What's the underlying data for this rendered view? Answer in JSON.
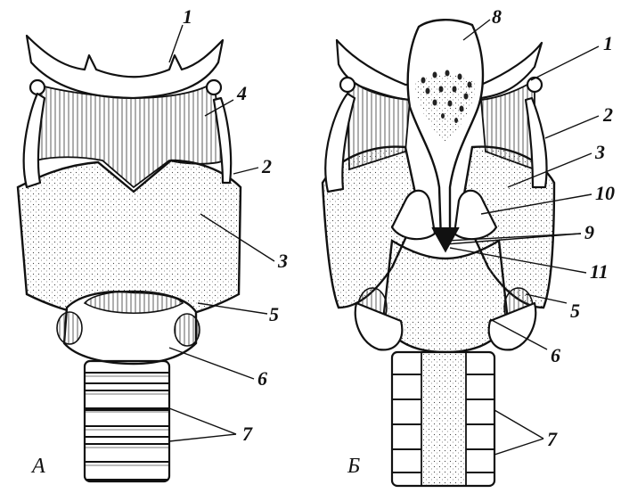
{
  "figure": {
    "panels": [
      {
        "id": "A",
        "caption": "А",
        "labels": [
          "1",
          "4",
          "2",
          "3",
          "5",
          "6",
          "7"
        ]
      },
      {
        "id": "B",
        "caption": "Б",
        "labels": [
          "8",
          "1",
          "2",
          "3",
          "10",
          "9",
          "11",
          "5",
          "6",
          "7"
        ]
      }
    ]
  }
}
